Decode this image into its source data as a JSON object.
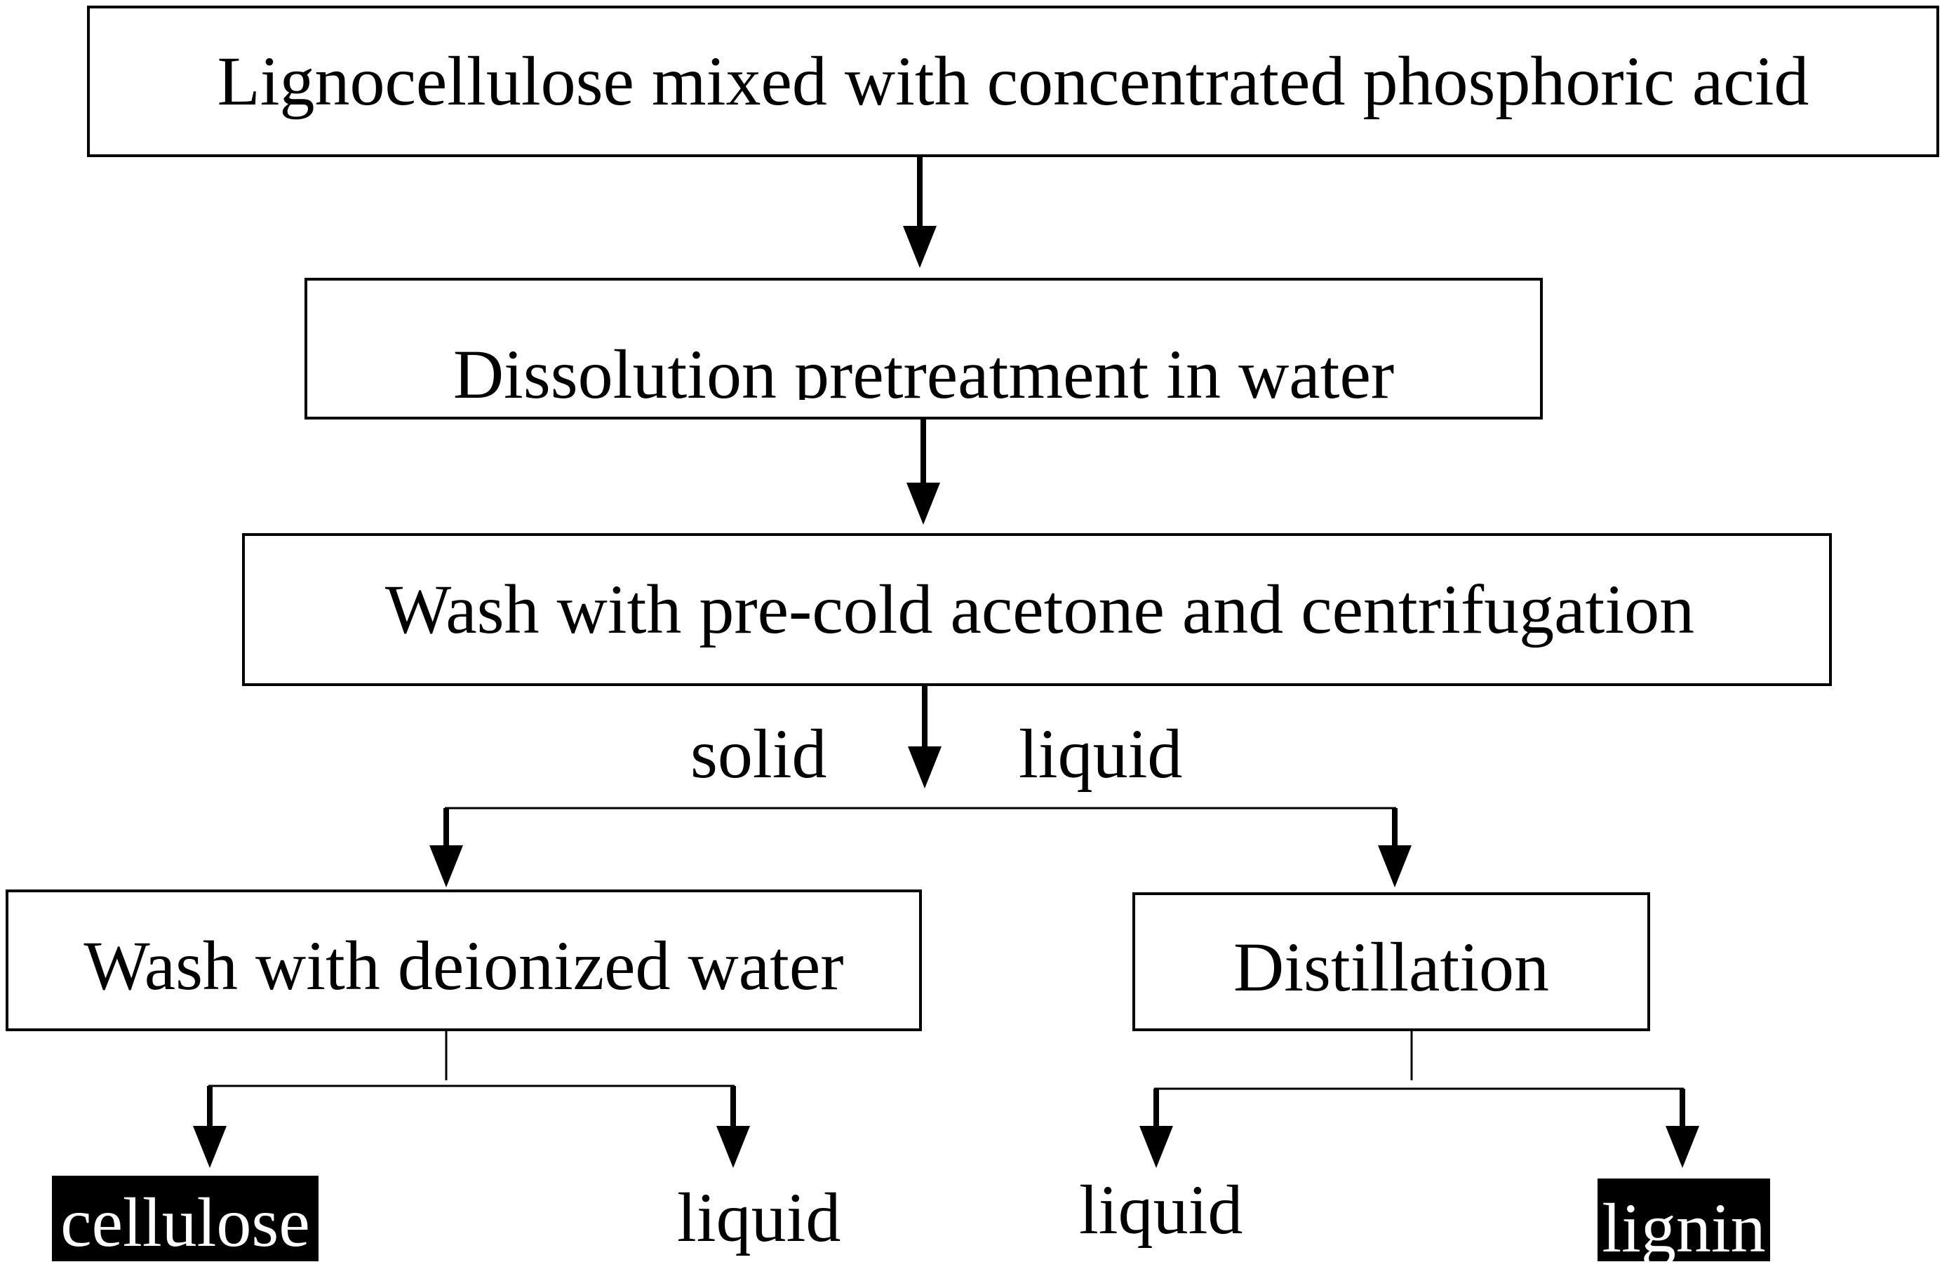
{
  "steps": {
    "mixing": "Lignocellulose mixed with concentrated phosphoric acid",
    "dissolution": "Dissolution pretreatment in water",
    "acetone_wash": "Wash with pre-cold acetone and centrifugation",
    "deionized_wash": "Wash with deionized water",
    "distillation": "Distillation"
  },
  "branch_labels": {
    "solid": "solid",
    "liquid": "liquid"
  },
  "outputs": {
    "cellulose": "cellulose",
    "wash_liquid": "liquid",
    "distill_liquid": "liquid",
    "lignin": "lignin"
  }
}
